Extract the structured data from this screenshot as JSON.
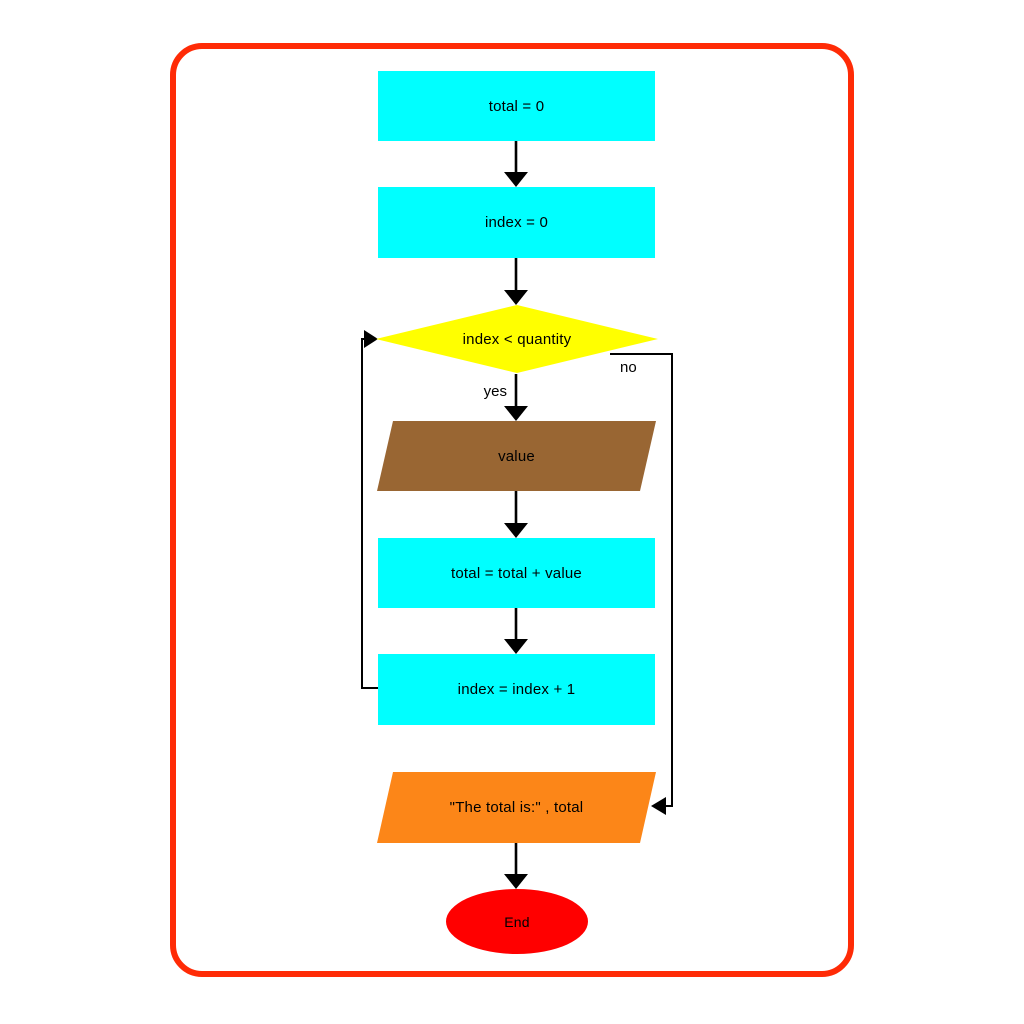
{
  "frame": {
    "border_color": "#FF2B06",
    "background": "#FFFFFF"
  },
  "flowchart": {
    "line_color": "#000000",
    "text_color": "#000000",
    "edge_labels": {
      "yes": "yes",
      "no": "no"
    },
    "nodes": [
      {
        "id": "init-total",
        "type": "process",
        "shape": "rectangle",
        "label": "total = 0",
        "fill": "#00FFFF"
      },
      {
        "id": "init-index",
        "type": "process",
        "shape": "rectangle",
        "label": "index = 0",
        "fill": "#00FFFF"
      },
      {
        "id": "loop-condition",
        "type": "decision",
        "shape": "diamond",
        "label": "index < quantity",
        "fill": "#FFFF00"
      },
      {
        "id": "input-value",
        "type": "input",
        "shape": "parallelogram",
        "label": "value",
        "fill": "#996633"
      },
      {
        "id": "accumulate-total",
        "type": "process",
        "shape": "rectangle",
        "label": "total = total + value",
        "fill": "#00FFFF"
      },
      {
        "id": "increment-index",
        "type": "process",
        "shape": "rectangle",
        "label": "index = index + 1",
        "fill": "#00FFFF"
      },
      {
        "id": "output-total",
        "type": "output",
        "shape": "parallelogram",
        "label": "\"The total is:\" , total",
        "fill": "#FC8618"
      },
      {
        "id": "end",
        "type": "terminator",
        "shape": "ellipse",
        "label": "End",
        "fill": "#FF0000"
      }
    ]
  }
}
